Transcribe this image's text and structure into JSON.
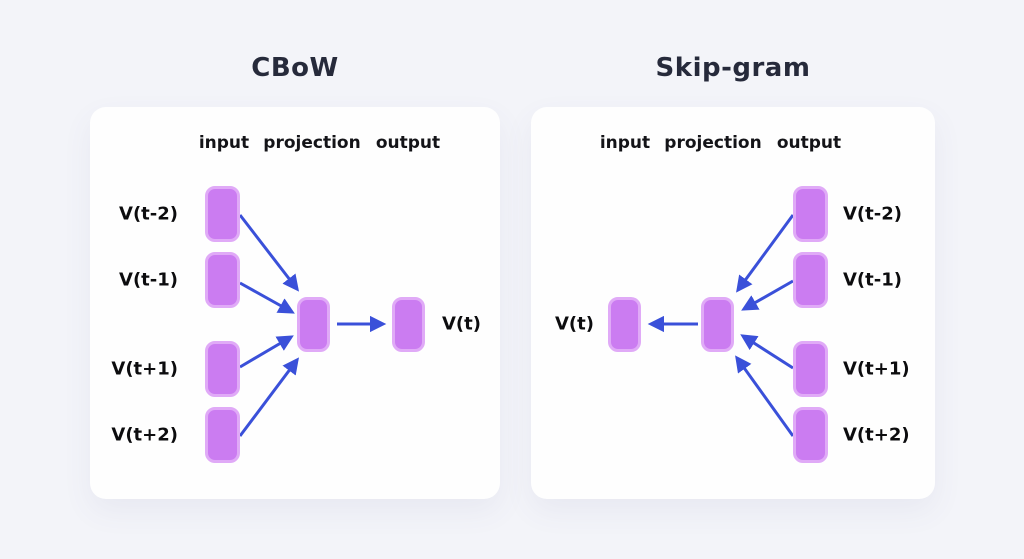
{
  "colors": {
    "background": "#f3f4f9",
    "panel": "#fefefe",
    "box_fill": "#cb7cf1",
    "box_border": "#e0aaf7",
    "arrow": "#3a50d9",
    "title_text": "#262a3b",
    "header_text": "#141418",
    "label_text": "#0c0c0e"
  },
  "panels": [
    {
      "title": "CBoW",
      "headers": [
        "input",
        "projection",
        "output"
      ],
      "side_labels": [
        "V(t-2)",
        "V(t-1)",
        "V(t+1)",
        "V(t+2)"
      ],
      "center_label": "V(t)"
    },
    {
      "title": "Skip-gram",
      "headers": [
        "input",
        "projection",
        "output"
      ],
      "side_labels": [
        "V(t-2)",
        "V(t-1)",
        "V(t+1)",
        "V(t+2)"
      ],
      "center_label": "V(t)"
    }
  ]
}
